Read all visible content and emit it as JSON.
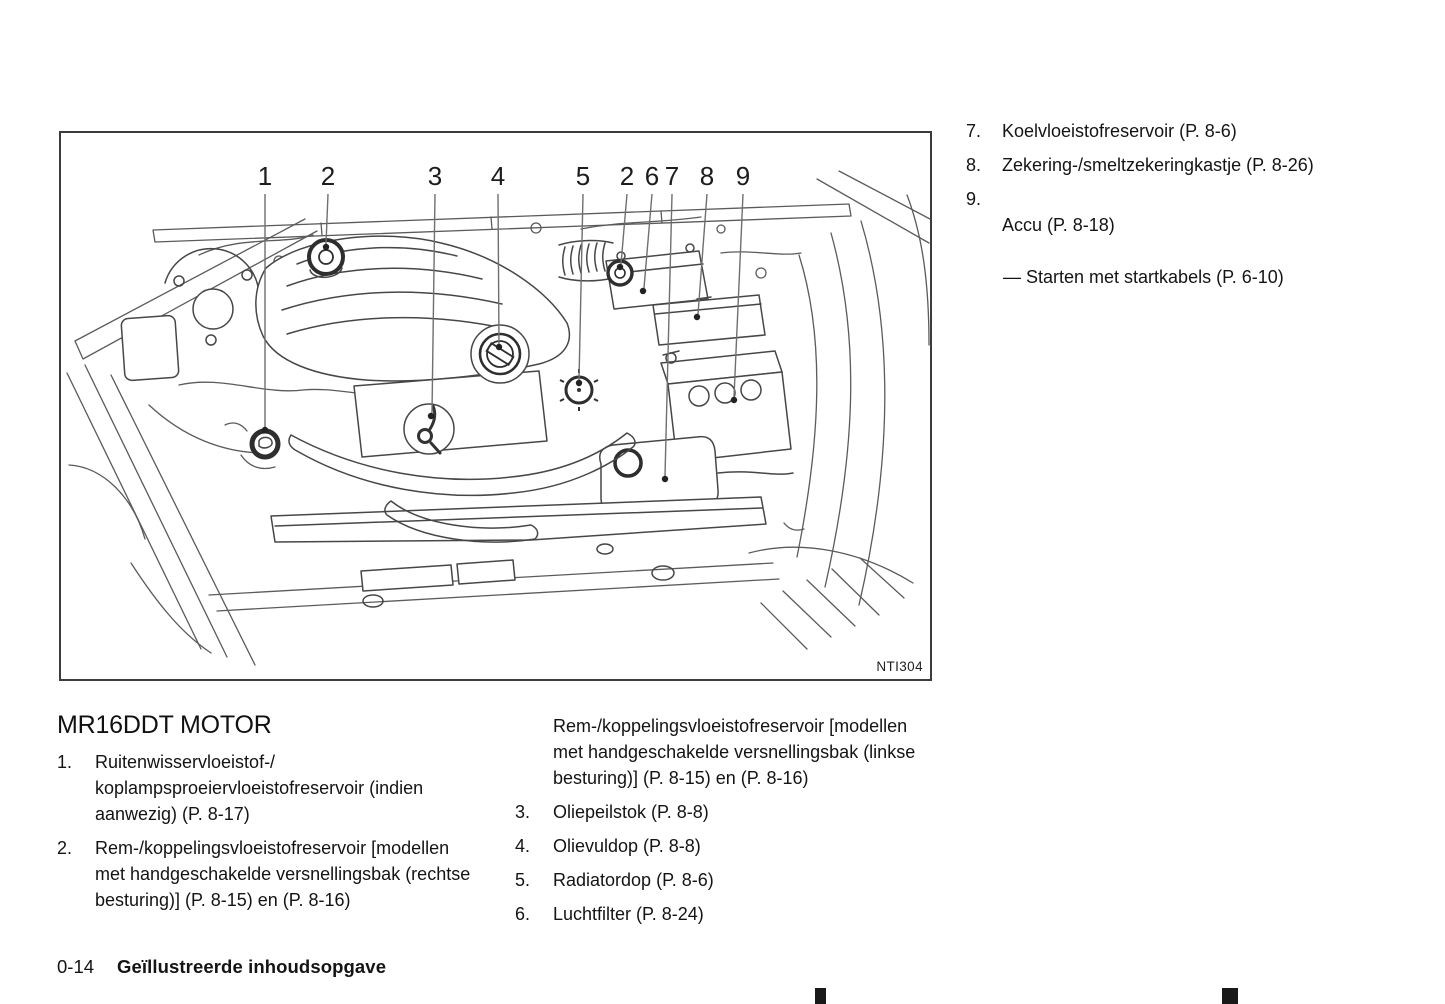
{
  "figure": {
    "code": "NTI304",
    "callouts": [
      "1",
      "2",
      "3",
      "4",
      "5",
      "2",
      "6",
      "7",
      "8",
      "9"
    ]
  },
  "right_list": {
    "items": [
      {
        "num": "7.",
        "text": "Koelvloeistofreservoir (P. 8-6)"
      },
      {
        "num": "8.",
        "text": "Zekering-/smeltzekeringkastje (P. 8-26)"
      },
      {
        "num": "9.",
        "text": "Accu (P. 8-18)",
        "sub": "— Starten met startkabels (P. 6-10)"
      }
    ]
  },
  "section": {
    "heading": "MR16DDT MOTOR",
    "left_items": [
      {
        "num": "1.",
        "text": "Ruitenwisservloeistof-/\nkoplampsproeiervloeistofreservoir (indien\naanwezig) (P. 8-17)"
      },
      {
        "num": "2.",
        "text": "Rem-/koppelingsvloeistofreservoir [modellen\nmet handgeschakelde versnellingsbak (rechtse\nbesturing)] (P. 8-15) en (P. 8-16)"
      }
    ],
    "middle_items": [
      {
        "num": "",
        "text": "Rem-/koppelingsvloeistofreservoir [modellen\nmet handgeschakelde versnellingsbak (linkse\nbesturing)] (P. 8-15) en (P. 8-16)"
      },
      {
        "num": "3.",
        "text": "Oliepeilstok (P. 8-8)"
      },
      {
        "num": "4.",
        "text": "Olievuldop (P. 8-8)"
      },
      {
        "num": "5.",
        "text": "Radiatordop (P. 8-6)"
      },
      {
        "num": "6.",
        "text": "Luchtfilter (P. 8-24)"
      }
    ]
  },
  "footer": {
    "page_number": "0-14",
    "section_title": "Geïllustreerde inhoudsopgave"
  }
}
